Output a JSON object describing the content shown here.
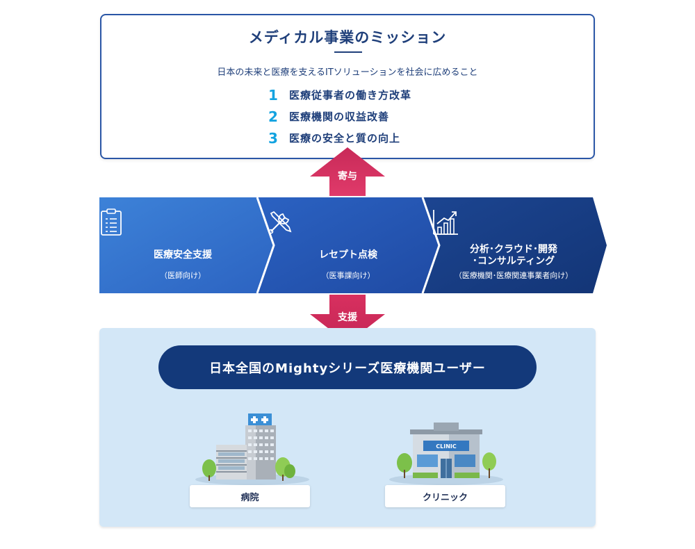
{
  "mission": {
    "title": "メディカル事業のミッション",
    "subtitle": "日本の未来と医療を支えるITソリューションを社会に広めること",
    "goals": [
      {
        "num": "1",
        "text": "医療従事者の働き方改革"
      },
      {
        "num": "2",
        "text": "医療機関の収益改善"
      },
      {
        "num": "3",
        "text": "医療の安全と質の向上"
      }
    ]
  },
  "arrows": {
    "up_label": "寄与",
    "down_label": "支援"
  },
  "services": [
    {
      "icon": "clipboard-icon",
      "title": "医療安全支援",
      "subtitle": "（医師向け）"
    },
    {
      "icon": "tools-icon",
      "title": "レセプト点検",
      "subtitle": "（医事課向け）"
    },
    {
      "icon": "growth-chart-icon",
      "title_line1": "分析･クラウド･開発",
      "title_line2": "･コンサルティング",
      "subtitle": "（医療機関･医療関連事業者向け）"
    }
  ],
  "users": {
    "title": "日本全国のMightyシリーズ医療機関ユーザー",
    "facilities": [
      {
        "label": "病院",
        "icon": "hospital-building-icon"
      },
      {
        "label": "クリニック",
        "icon": "clinic-building-icon"
      }
    ]
  },
  "colors": {
    "navy": "#13397a",
    "accent_blue": "#13a3e0",
    "arrow_pink": "#d8305f",
    "panel_bg": "#d3e7f7"
  }
}
